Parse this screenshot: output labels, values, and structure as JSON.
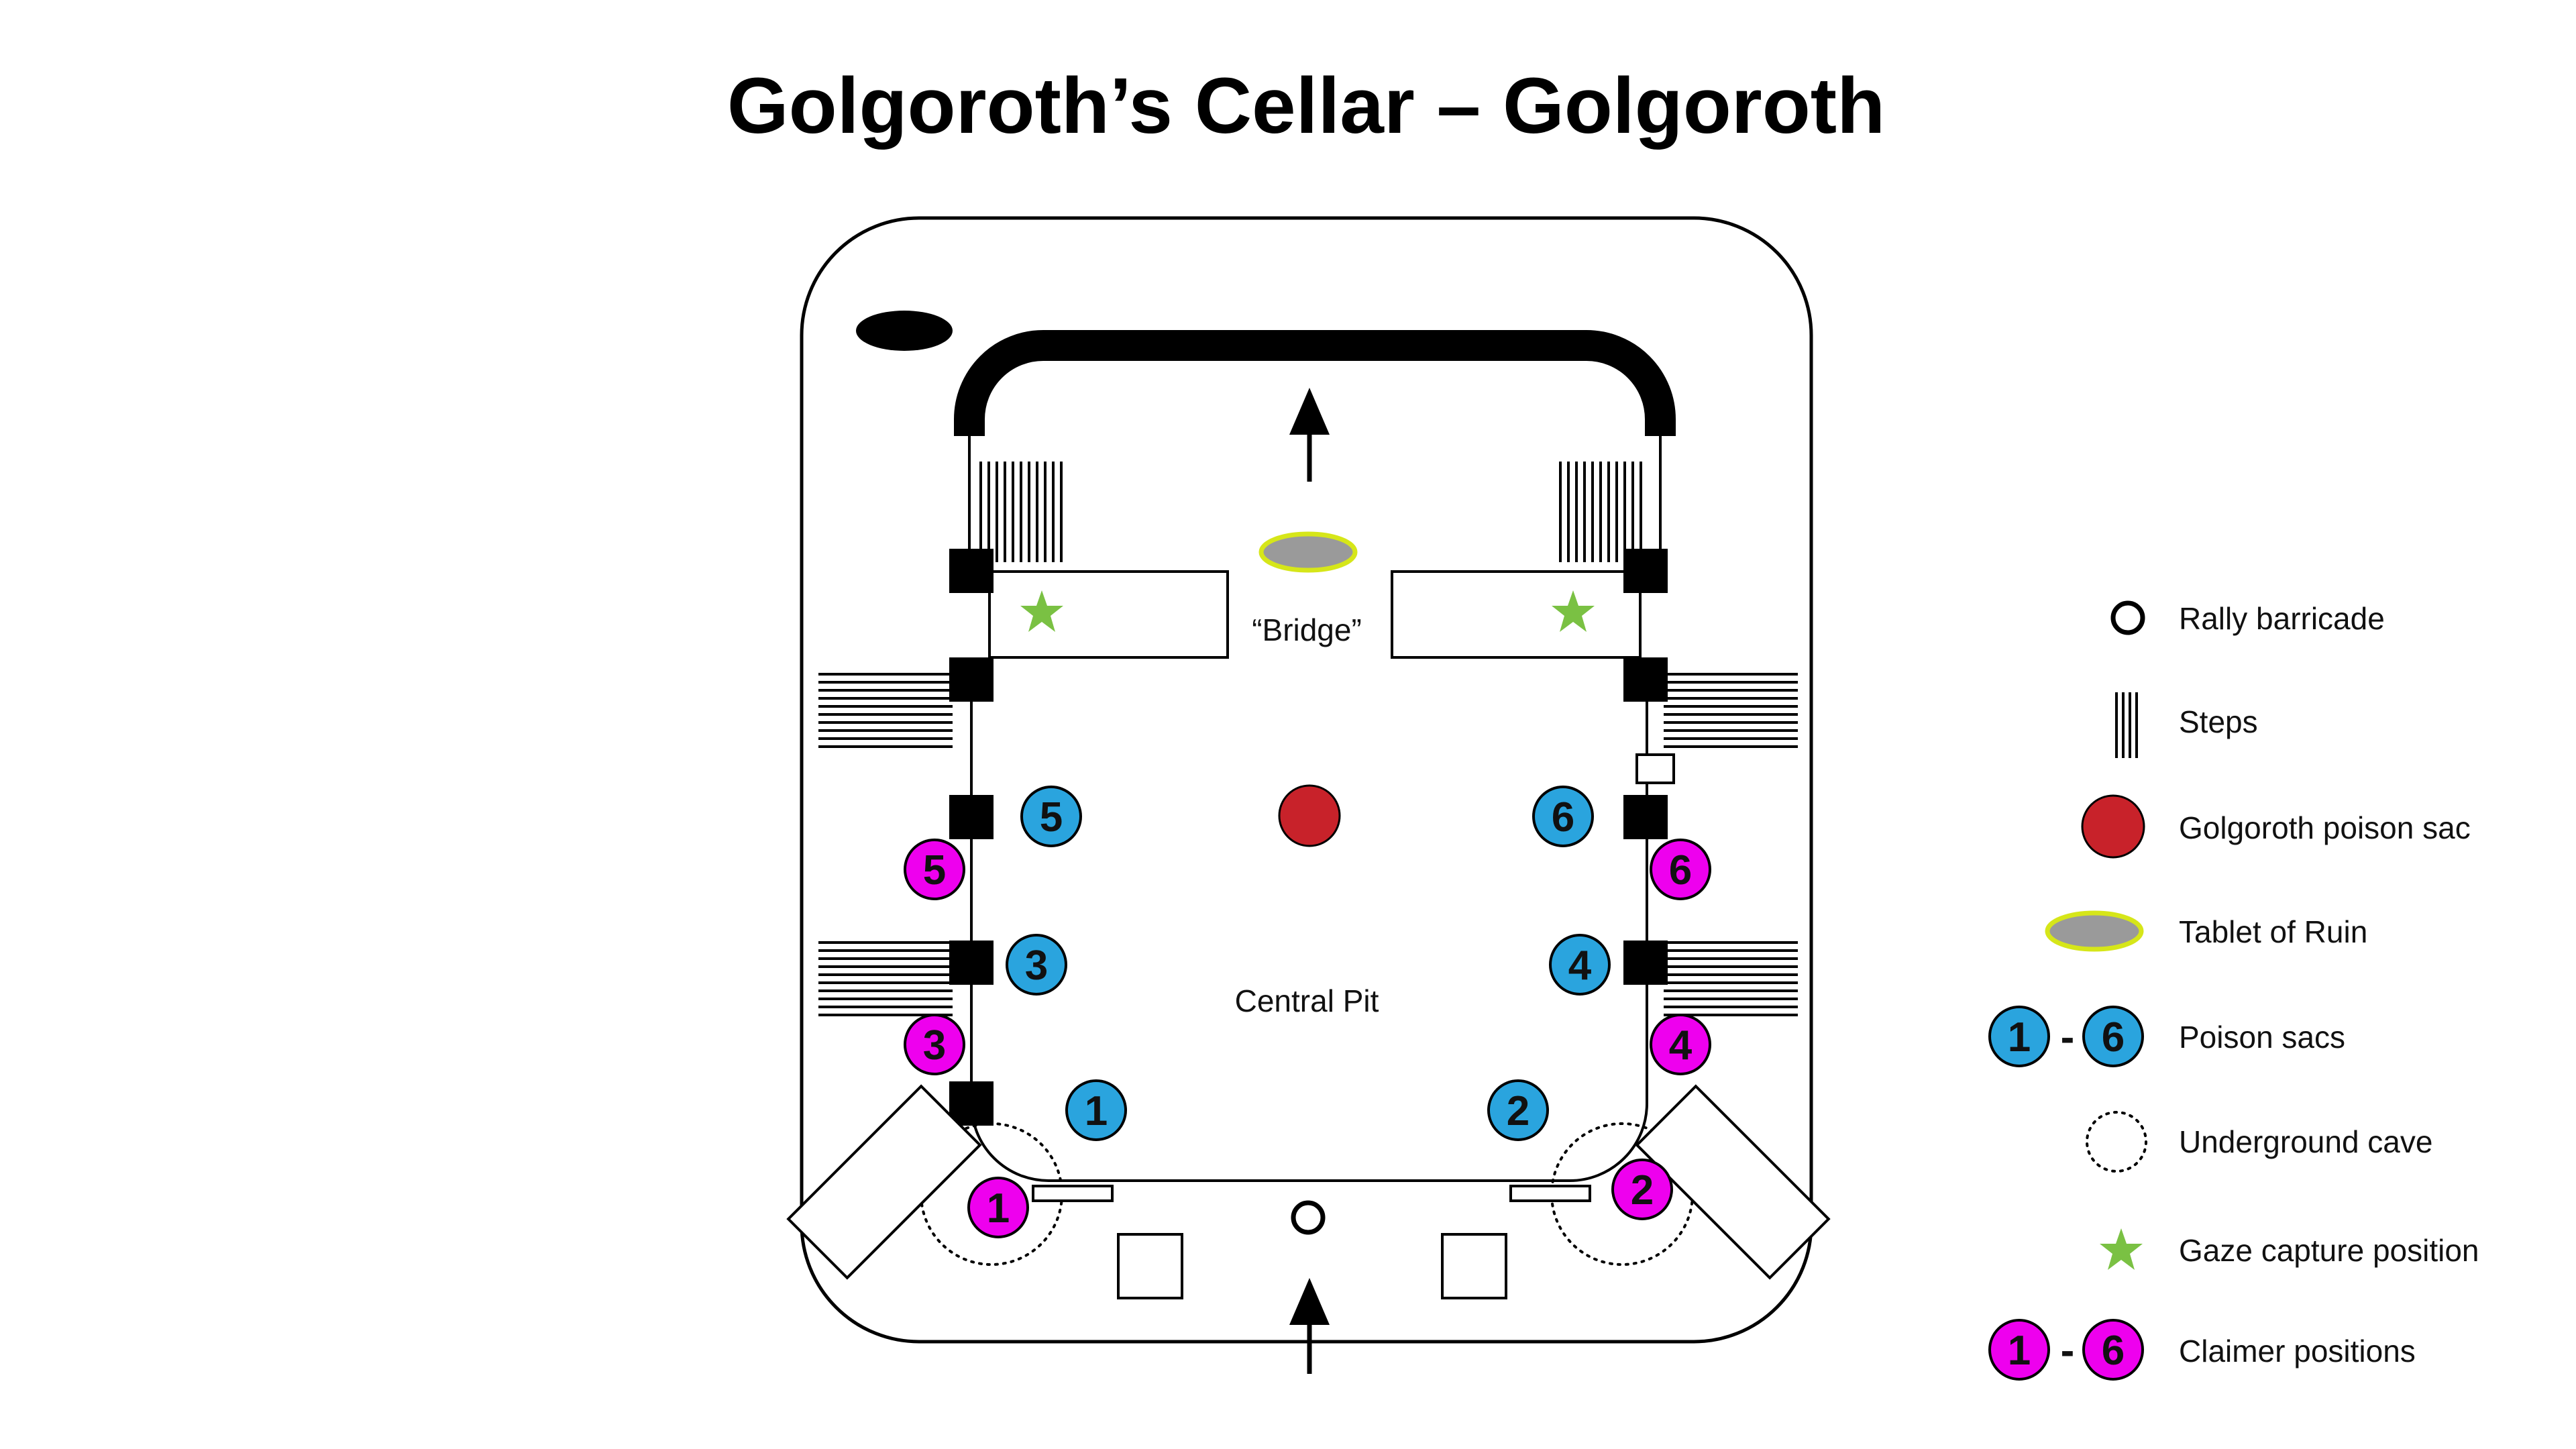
{
  "title": "Golgoroth’s Cellar – Golgoroth",
  "labels": {
    "bridge": "“Bridge”",
    "central_pit": "Central Pit"
  },
  "poison_sacs": [
    "1",
    "2",
    "3",
    "4",
    "5",
    "6"
  ],
  "claimer_positions": [
    "1",
    "2",
    "3",
    "4",
    "5",
    "6"
  ],
  "legend": {
    "rally_barricade": "Rally barricade",
    "steps": "Steps",
    "golgoroth_poison_sac": "Golgoroth poison sac",
    "tablet_of_ruin": "Tablet of Ruin",
    "poison_sacs": "Poison sacs",
    "underground_cave": "Underground cave",
    "gaze_capture_position": "Gaze capture position",
    "claimer_positions": "Claimer positions",
    "range_from": "1",
    "range_dash": "-",
    "range_to": "6"
  },
  "colors": {
    "poison_sac_blue": "#2aa4de",
    "claimer_magenta": "#ee00ee",
    "golgoroth_red": "#c8222a",
    "tablet_gray": "#9a9a9a",
    "tablet_outline": "#d6e619",
    "gaze_star_green": "#7ac143"
  }
}
